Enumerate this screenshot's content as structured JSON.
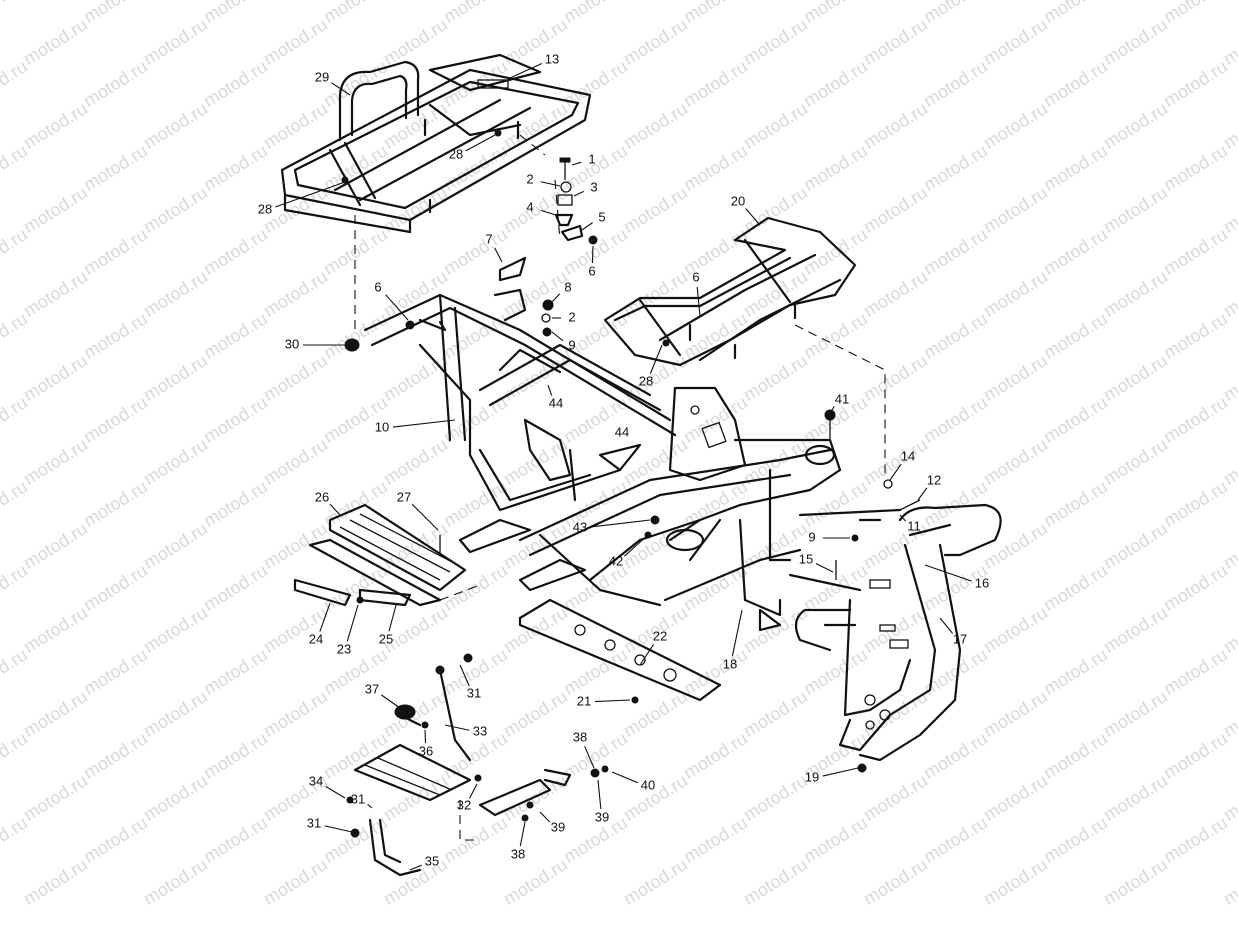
{
  "watermark": "motod.ru",
  "callouts": [
    {
      "id": "c1",
      "text": "1"
    },
    {
      "id": "c2a",
      "text": "2"
    },
    {
      "id": "c3",
      "text": "3"
    },
    {
      "id": "c4",
      "text": "4"
    },
    {
      "id": "c5",
      "text": "5"
    },
    {
      "id": "c6a",
      "text": "6"
    },
    {
      "id": "c7",
      "text": "7"
    },
    {
      "id": "c6b",
      "text": "6"
    },
    {
      "id": "c8",
      "text": "8"
    },
    {
      "id": "c2b",
      "text": "2"
    },
    {
      "id": "c9a",
      "text": "9"
    },
    {
      "id": "c6c",
      "text": "6"
    },
    {
      "id": "c10",
      "text": "10"
    },
    {
      "id": "c13",
      "text": "13"
    },
    {
      "id": "c29",
      "text": "29"
    },
    {
      "id": "c28a",
      "text": "28"
    },
    {
      "id": "c28b",
      "text": "28"
    },
    {
      "id": "c28c",
      "text": "28"
    },
    {
      "id": "c20",
      "text": "20"
    },
    {
      "id": "c30",
      "text": "30"
    },
    {
      "id": "c44a",
      "text": "44"
    },
    {
      "id": "c44b",
      "text": "44"
    },
    {
      "id": "c41",
      "text": "41"
    },
    {
      "id": "c14",
      "text": "14"
    },
    {
      "id": "c12",
      "text": "12"
    },
    {
      "id": "c11",
      "text": "11"
    },
    {
      "id": "c9b",
      "text": "9"
    },
    {
      "id": "c15",
      "text": "15"
    },
    {
      "id": "c16",
      "text": "16"
    },
    {
      "id": "c17",
      "text": "17"
    },
    {
      "id": "c18",
      "text": "18"
    },
    {
      "id": "c43",
      "text": "43"
    },
    {
      "id": "c42",
      "text": "42"
    },
    {
      "id": "c26",
      "text": "26"
    },
    {
      "id": "c27",
      "text": "27"
    },
    {
      "id": "c24",
      "text": "24"
    },
    {
      "id": "c23",
      "text": "23"
    },
    {
      "id": "c25",
      "text": "25"
    },
    {
      "id": "c22",
      "text": "22"
    },
    {
      "id": "c21",
      "text": "21"
    },
    {
      "id": "c31a",
      "text": "31"
    },
    {
      "id": "c37",
      "text": "37"
    },
    {
      "id": "c33",
      "text": "33"
    },
    {
      "id": "c36",
      "text": "36"
    },
    {
      "id": "c38a",
      "text": "38"
    },
    {
      "id": "c40",
      "text": "40"
    },
    {
      "id": "c39a",
      "text": "39"
    },
    {
      "id": "c34",
      "text": "34"
    },
    {
      "id": "c31b",
      "text": "31"
    },
    {
      "id": "c32",
      "text": "32"
    },
    {
      "id": "c39b",
      "text": "39"
    },
    {
      "id": "c31c",
      "text": "31"
    },
    {
      "id": "c38b",
      "text": "38"
    },
    {
      "id": "c35",
      "text": "35"
    },
    {
      "id": "c19",
      "text": "19"
    }
  ]
}
